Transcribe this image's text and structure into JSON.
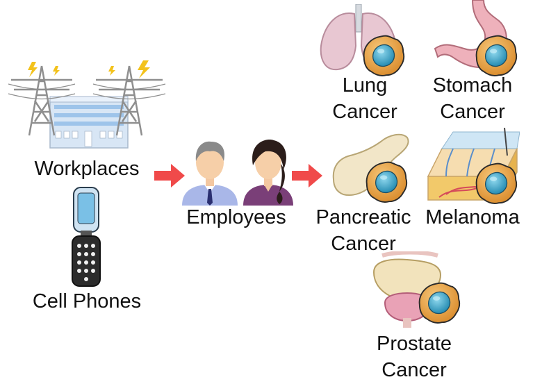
{
  "sources": {
    "workplaces": "Workplaces",
    "cell_phones": "Cell Phones"
  },
  "exposed_group": {
    "label": "Employees"
  },
  "outcomes": {
    "lung": {
      "line1": "Lung",
      "line2": "Cancer"
    },
    "stomach": {
      "line1": "Stomach",
      "line2": "Cancer"
    },
    "pancreatic": {
      "line1": "Pancreatic",
      "line2": "Cancer"
    },
    "melanoma": {
      "line1": "Melanoma"
    },
    "prostate": {
      "line1": "Prostate",
      "line2": "Cancer"
    }
  },
  "colors": {
    "arrow": "#f04a4a",
    "cancer_cell_body": "#e9a24a",
    "cancer_cell_nucleus": "#3aa7c9",
    "tower_steel": "#8f8f8f",
    "building": "#d8e6f5",
    "lightning": "#f3c21b"
  },
  "icons": [
    "power-tower-icon",
    "lightning-bolt-icon",
    "office-building-icon",
    "flip-phone-icon",
    "male-employee-icon",
    "female-employee-icon",
    "arrow-right-icon",
    "lung-icon",
    "stomach-icon",
    "pancreas-icon",
    "skin-layers-icon",
    "prostate-icon",
    "cancer-cell-icon"
  ]
}
